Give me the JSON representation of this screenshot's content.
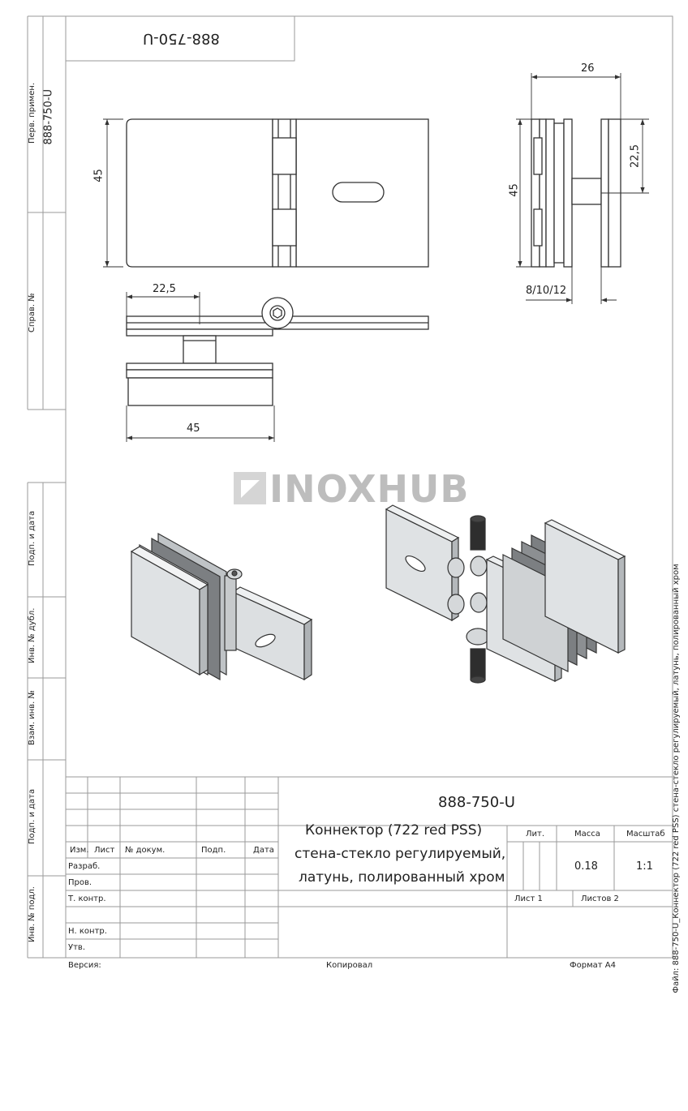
{
  "top_box_code": "888-750-U",
  "side_labels": {
    "perv_primen": "Перв. примен.",
    "perv_code": "888-750-U",
    "sprav": "Справ. №",
    "podp_data_1": "Подп. и дата",
    "inv_dubl": "Инв. № дубл.",
    "vzam_inv": "Взам. инв. №",
    "podp_data_2": "Подп. и дата",
    "inv_podl": "Инв. № подл."
  },
  "dimensions": {
    "front_height": "45",
    "top_width": "22,5",
    "top_total": "45",
    "side_width": "26",
    "side_height": "45",
    "side_half": "22,5",
    "glass": "8/10/12"
  },
  "watermark": "INOXHUB",
  "title_block": {
    "code": "888-750-U",
    "name_line1": "Коннектор (722 red PSS)",
    "name_line2": "стена-стекло регулируемый,",
    "name_line3": "латунь, полированный хром",
    "headers": {
      "izm": "Изм.",
      "list": "Лист",
      "docum": "№ докум.",
      "podp": "Подп.",
      "data": "Дата"
    },
    "roles": [
      "Разраб.",
      "Пров.",
      "Т. контр.",
      "",
      "Н. контр.",
      "Утв."
    ],
    "lit_label": "Лит.",
    "massa_label": "Масса",
    "masshtab_label": "Масштаб",
    "massa_value": "0.18",
    "masshtab_value": "1:1",
    "list_label": "Лист 1",
    "listov_label": "Листов 2"
  },
  "footer": {
    "version": "Версия:",
    "kopiroval": "Копировал",
    "format": "Формат А4"
  },
  "file_caption": "Файл: 888-750-U_Коннектор (722 red PSS) стена-стекло регулируемый, латунь, полированный хром"
}
